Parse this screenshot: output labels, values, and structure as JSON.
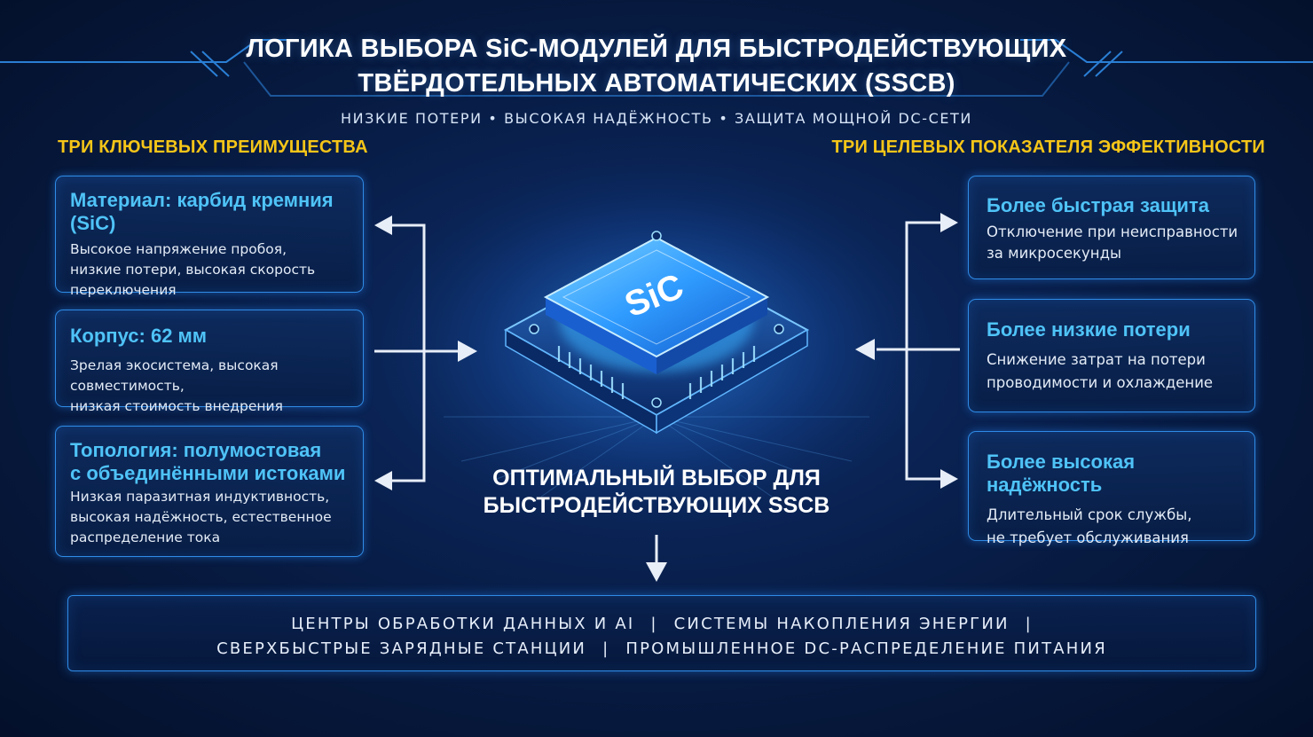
{
  "header": {
    "title_line1": "ЛОГИКА ВЫБОРА SiC-МОДУЛЕЙ ДЛЯ БЫСТРОДЕЙСТВУЮЩИХ",
    "title_line2": "ТВЁРДОТЕЛЬНЫХ АВТОМАТИЧЕСКИХ (SSCB)",
    "subtitle": "НИЗКИЕ ПОТЕРИ • ВЫСОКАЯ НАДЁЖНОСТЬ • ЗАЩИТА МОЩНОЙ DC-СЕТИ"
  },
  "left": {
    "heading": "ТРИ КЛЮЧЕВЫХ ПРЕИМУЩЕСТВА",
    "cards": [
      {
        "title": "Материал: карбид кремния (SiC)",
        "body": "Высокое напряжение пробоя,\nнизкие потери, высокая скорость\nпереключения"
      },
      {
        "title": "Корпус: 62 мм",
        "body": "Зрелая экосистема, высокая совместимость,\nнизкая стоимость внедрения"
      },
      {
        "title": "Топология: полумостовая\nс объединёнными истоками",
        "body": "Низкая паразитная индуктивность,\nвысокая надёжность, естественное\nраспределение тока"
      }
    ]
  },
  "right": {
    "heading": "ТРИ ЦЕЛЕВЫХ ПОКАЗАТЕЛЯ ЭФФЕКТИВНОСТИ",
    "cards": [
      {
        "title": "Более быстрая защита",
        "body": "Отключение при неисправности\nза микросекунды"
      },
      {
        "title": "Более низкие потери",
        "body": "Снижение затрат на потери\nпроводимости и охлаждение"
      },
      {
        "title": "Более высокая надёжность",
        "body": "Длительный срок службы,\nне требует обслуживания"
      }
    ]
  },
  "center": {
    "chip_label": "SiC",
    "caption": "ОПТИМАЛЬНЫЙ ВЫБОР ДЛЯ\nБЫСТРОДЕЙСТВУЮЩИХ SSCB"
  },
  "banner": {
    "item1": "ЦЕНТРЫ ОБРАБОТКИ ДАННЫХ И AI",
    "item2": "СИСТЕМЫ НАКОПЛЕНИЯ ЭНЕРГИИ",
    "item3": "СВЕРХБЫСТРЫЕ ЗАРЯДНЫЕ СТАНЦИИ",
    "item4": "ПРОМЫШЛЕННОЕ DC-РАСПРЕДЕЛЕНИЕ ПИТАНИЯ",
    "separator": "|"
  },
  "colors": {
    "accent_cyan": "#4fc3f7",
    "accent_yellow": "#f5c518",
    "border_blue": "#2f8be6",
    "background_navy": "#071a40"
  }
}
